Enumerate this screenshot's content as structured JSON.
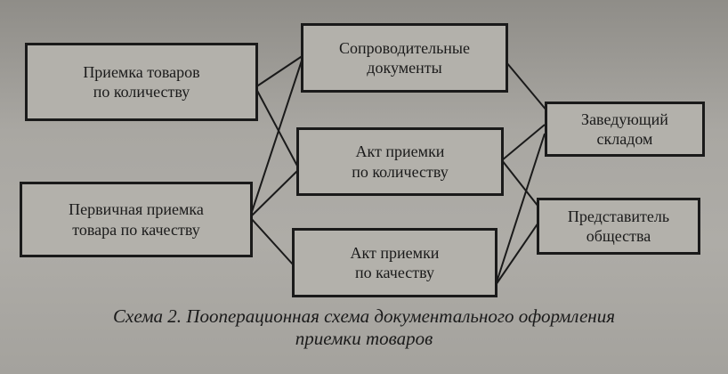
{
  "boxes": {
    "acceptance_quantity": {
      "line1": "Приемка товаров",
      "line2": "по количеству"
    },
    "primary_quality": {
      "line1": "Первичная приемка",
      "line2": "товара по качеству"
    },
    "accompanying_docs": {
      "line1": "Сопроводительные",
      "line2": "документы"
    },
    "act_quantity": {
      "line1": "Акт приемки",
      "line2": "по количеству"
    },
    "act_quality": {
      "line1": "Акт приемки",
      "line2": "по качеству"
    },
    "warehouse_manager": {
      "line1": "Заведующий",
      "line2": "складом"
    },
    "society_rep": {
      "line1": "Представитель",
      "line2": "общества"
    }
  },
  "caption": {
    "line1": "Схема 2. Пооперационная схема документального оформления",
    "line2": "приемки товаров"
  }
}
